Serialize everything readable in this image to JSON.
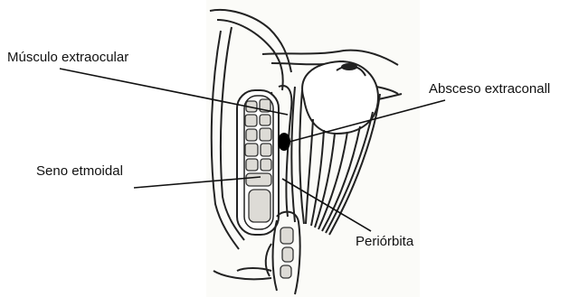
{
  "labels": {
    "musculo": "Músculo extraocular",
    "absceso": "Absceso extraconall",
    "seno": "Seno etmoidal",
    "periorbita": "Periórbita"
  },
  "colors": {
    "line": "#222222",
    "abscess": "#000000",
    "bone": "#dddbd6",
    "background": "#ffffff"
  }
}
